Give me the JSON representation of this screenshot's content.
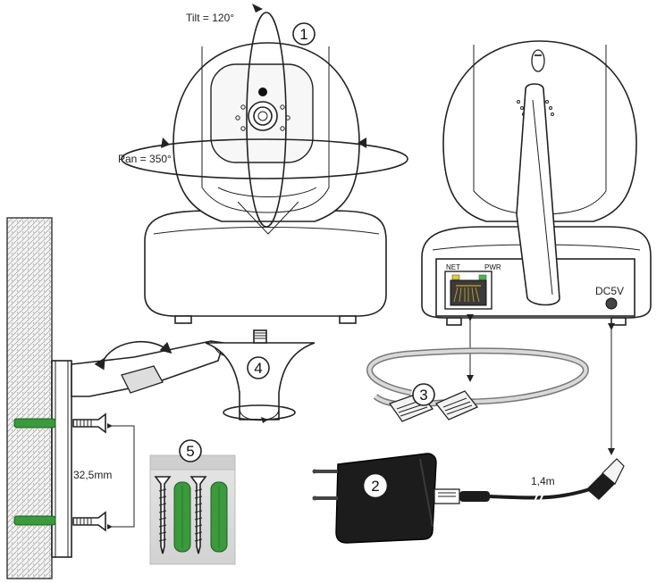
{
  "labels": {
    "tilt": "Tilt = 120°",
    "pan": "Pan = 350°",
    "net": "NET",
    "pwr": "PWR",
    "dc": "DC5V",
    "spacing": "32,5mm",
    "cable_length": "1,4m"
  },
  "callouts": [
    "1",
    "2",
    "3",
    "4",
    "5"
  ],
  "colors": {
    "anchor_green": "#3a9a3c",
    "led_yellow": "#e8d21a",
    "led_green": "#3fbf3f",
    "line": "#222222",
    "cable_gray": "#9a9a9a",
    "adapter_black": "#1c1c1c"
  }
}
